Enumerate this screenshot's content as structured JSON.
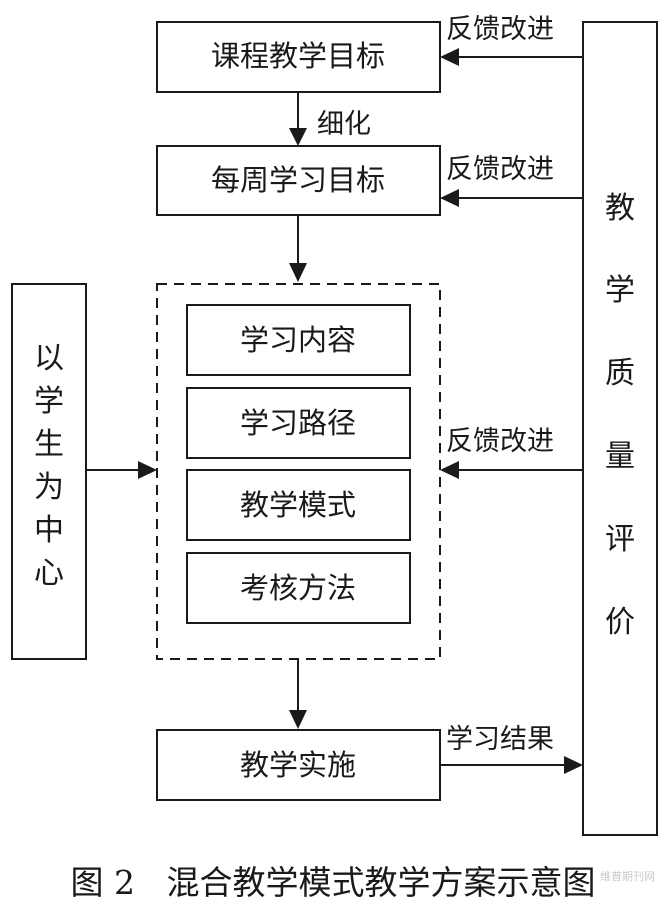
{
  "nodes": {
    "course_goal": "课程教学目标",
    "weekly_goal": "每周学习目标",
    "content": "学习内容",
    "path": "学习路径",
    "mode": "教学模式",
    "assessment": "考核方法",
    "implementation": "教学实施",
    "student_center": [
      "以",
      "学",
      "生",
      "为",
      "中",
      "心"
    ],
    "quality_eval": [
      "教",
      "学",
      "质",
      "量",
      "评",
      "价"
    ]
  },
  "edges": {
    "refine": "细化",
    "feedback": "反馈改进",
    "result": "学习结果"
  },
  "caption": "图 2   混合教学模式教学方案示意图",
  "watermark": "维普期刊网"
}
